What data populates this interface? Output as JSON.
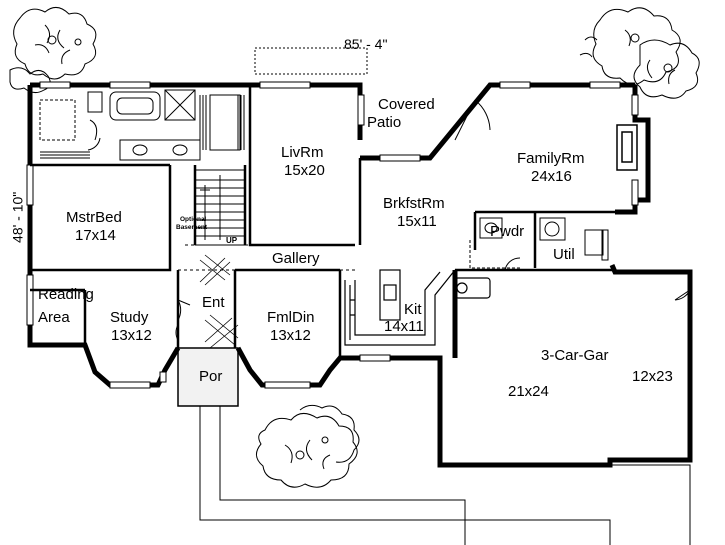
{
  "dimensions": {
    "width": "85' - 4\"",
    "depth": "48' - 10\""
  },
  "rooms": {
    "covered_patio": "Covered",
    "covered_patio_2": "Patio",
    "livrm": "LivRm",
    "livrm_size": "15x20",
    "familyrm": "FamilyRm",
    "familyrm_size": "24x16",
    "mstrbed": "MstrBed",
    "mstrbed_size": "17x14",
    "brkfstrm": "BrkfstRm",
    "brkfstrm_size": "15x11",
    "pwdr": "Pwdr",
    "util": "Util",
    "gallery": "Gallery",
    "reading": "Reading",
    "area": "Area",
    "study": "Study",
    "study_size": "13x12",
    "ent": "Ent",
    "fmldin": "FmlDin",
    "fmldin_size": "13x12",
    "kit": "Kit",
    "kit_size": "14x11",
    "garage": "3-Car-Gar",
    "garage_size_a": "21x24",
    "garage_size_b": "12x23",
    "por": "Por",
    "stair_up": "UP",
    "optional_basement_1": "Optional",
    "optional_basement_2": "Basement"
  },
  "colors": {
    "line": "#000000",
    "paper": "#ffffff"
  }
}
